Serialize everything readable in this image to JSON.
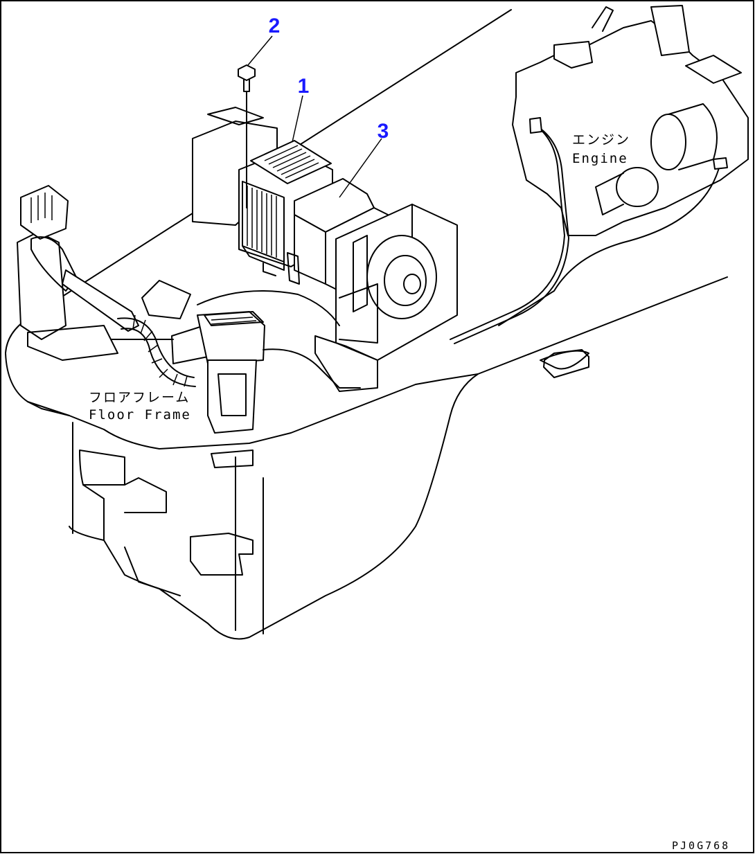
{
  "callouts": [
    {
      "id": "1",
      "label": "1"
    },
    {
      "id": "2",
      "label": "2"
    },
    {
      "id": "3",
      "label": "3"
    }
  ],
  "labels": {
    "engine_jp": "エンジン",
    "engine_en": "Engine",
    "floor_jp": "フロアフレーム",
    "floor_en": "Floor Frame"
  },
  "drawing_code": "PJ0G768",
  "colors": {
    "callout": "#1a1aff",
    "line": "#000000",
    "background": "#ffffff"
  }
}
